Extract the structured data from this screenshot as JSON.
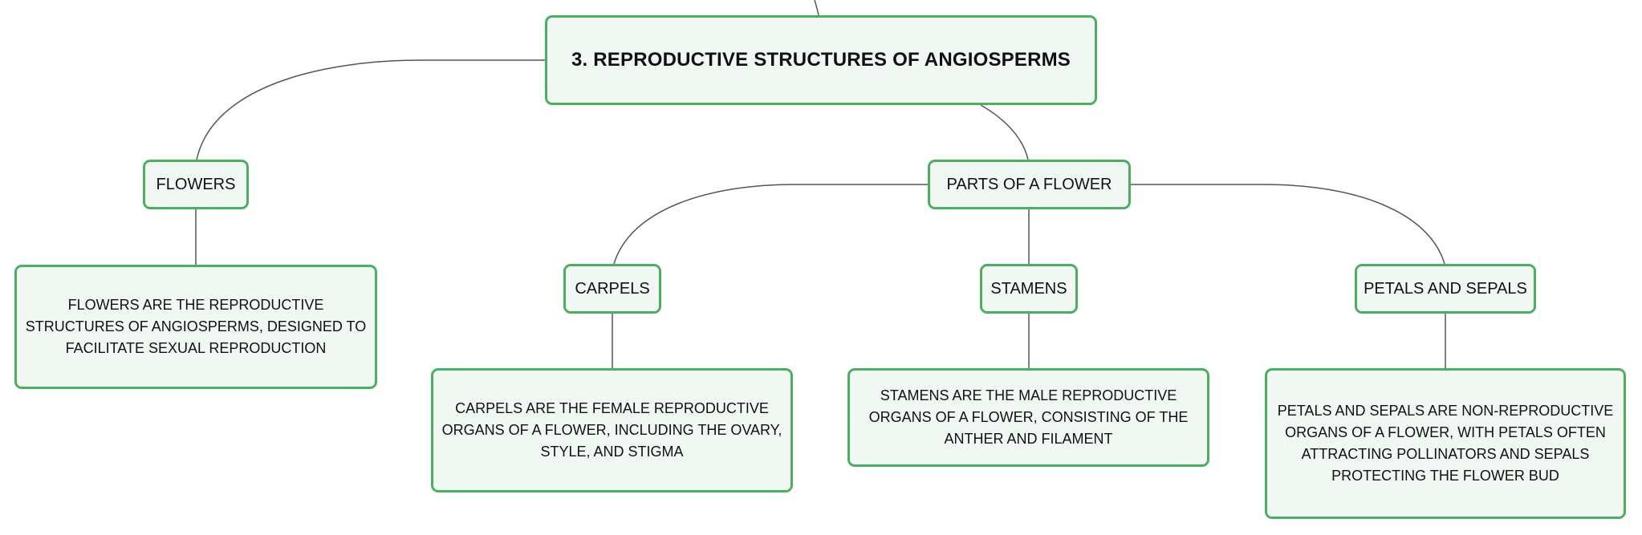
{
  "colors": {
    "node_fill": "#f1f8f3",
    "node_border": "#4caf5f",
    "connector": "#555555",
    "text": "#111111"
  },
  "mindmap": {
    "title": "3. REPRODUCTIVE STRUCTURES OF ANGIOSPERMS",
    "flowers": {
      "label": "FLOWERS",
      "description": "FLOWERS ARE THE REPRODUCTIVE STRUCTURES OF ANGIOSPERMS, DESIGNED TO FACILITATE SEXUAL REPRODUCTION"
    },
    "parts": {
      "label": "PARTS OF A FLOWER",
      "carpels": {
        "label": "CARPELS",
        "description": "CARPELS ARE THE FEMALE REPRODUCTIVE ORGANS OF A FLOWER, INCLUDING THE OVARY, STYLE, AND STIGMA"
      },
      "stamens": {
        "label": "STAMENS",
        "description": "STAMENS ARE THE MALE REPRODUCTIVE ORGANS OF A FLOWER, CONSISTING OF THE ANTHER AND FILAMENT"
      },
      "petals": {
        "label": "PETALS AND SEPALS",
        "description": "PETALS AND SEPALS ARE NON-REPRODUCTIVE ORGANS OF A FLOWER, WITH PETALS OFTEN ATTRACTING POLLINATORS AND SEPALS PROTECTING THE FLOWER BUD"
      }
    }
  }
}
